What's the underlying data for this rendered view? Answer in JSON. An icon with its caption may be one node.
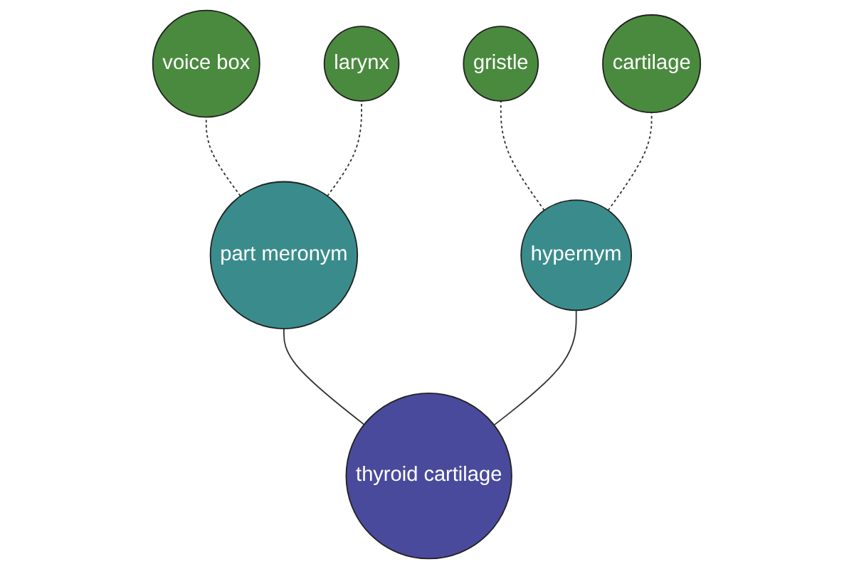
{
  "diagram": {
    "nodes": [
      {
        "text": [
          "thyroid cartilage"
        ]
      },
      {
        "text": [
          "part meronym"
        ]
      },
      {
        "text": [
          "hypernym"
        ]
      },
      {
        "text": [
          "voice box"
        ]
      },
      {
        "text": [
          "larynx"
        ]
      },
      {
        "text": [
          "gristle"
        ]
      },
      {
        "text": [
          "cartilage"
        ]
      }
    ],
    "edges": [
      {
        "from": 0,
        "to": 1,
        "arrow": "none"
      },
      {
        "from": 0,
        "to": 2,
        "arrow": "none"
      },
      {
        "from": 1,
        "to": 3,
        "arrow": "none",
        "style": "dashed"
      },
      {
        "from": 1,
        "to": 4,
        "arrow": "none",
        "style": "dashed"
      },
      {
        "from": 2,
        "to": 5,
        "arrow": "none",
        "style": "dashed"
      },
      {
        "from": 2,
        "to": 6,
        "arrow": "none",
        "style": "dashed"
      }
    ]
  }
}
